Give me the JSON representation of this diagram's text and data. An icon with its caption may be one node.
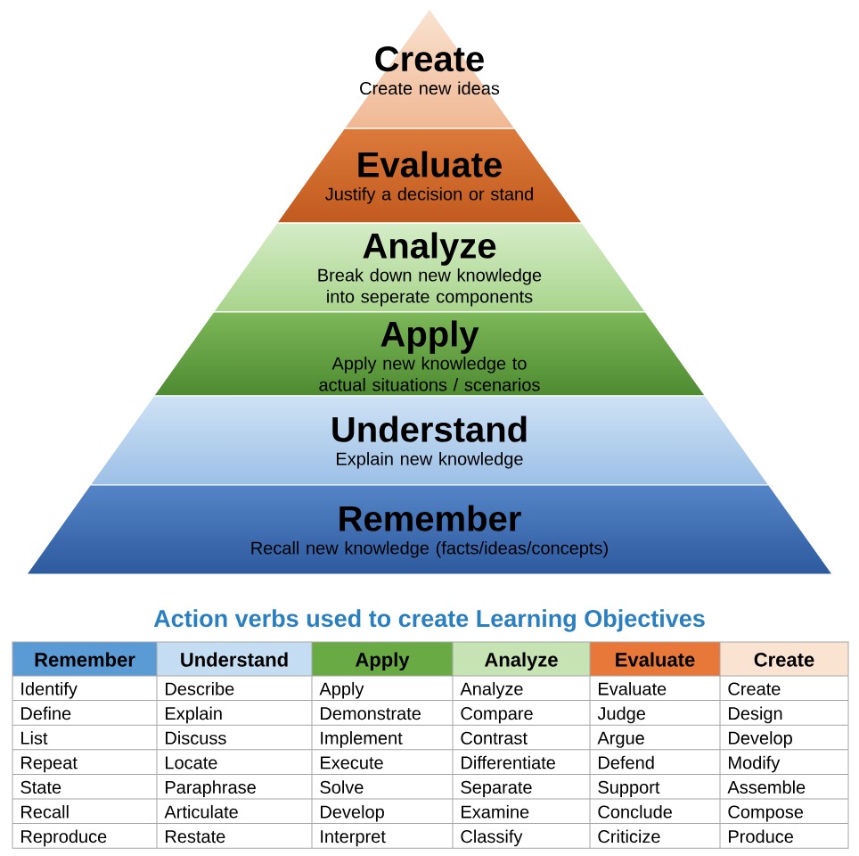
{
  "diagram": {
    "nodes": [
      {
        "text": [
          "Create",
          "Create new ideas"
        ]
      },
      {
        "text": [
          "Evaluate",
          "Justify a decision or stand"
        ]
      },
      {
        "text": [
          "Analyze",
          "Break down new knowledge into seperate components"
        ]
      },
      {
        "text": [
          "Apply",
          "Apply new knowledge to actual situations / scenarios"
        ]
      },
      {
        "text": [
          "Understand",
          "Explain new knowledge"
        ]
      },
      {
        "text": [
          "Remember",
          "Recall new knowledge (facts/ideas/concepts)"
        ]
      }
    ],
    "labels": [
      "Action verbs used to create Learning Objectives",
      "Remember",
      "Understand",
      "Apply",
      "Analyze",
      "Evaluate",
      "Create",
      "Identify",
      "Describe",
      "Apply",
      "Analyze",
      "Evaluate",
      "Create",
      "Define",
      "Explain",
      "Demonstrate",
      "Compare",
      "Judge",
      "Design",
      "List",
      "Discuss",
      "Implement",
      "Contrast",
      "Argue",
      "Develop",
      "Repeat",
      "Locate",
      "Execute",
      "Differentiate",
      "Defend",
      "Modify",
      "State",
      "Paraphrase",
      "Solve",
      "Separate",
      "Support",
      "Assemble",
      "Recall",
      "Articulate",
      "Develop",
      "Examine",
      "Conclude",
      "Compose",
      "Reproduce",
      "Restate",
      "Interpret",
      "Classify",
      "Criticize",
      "Produce"
    ]
  }
}
